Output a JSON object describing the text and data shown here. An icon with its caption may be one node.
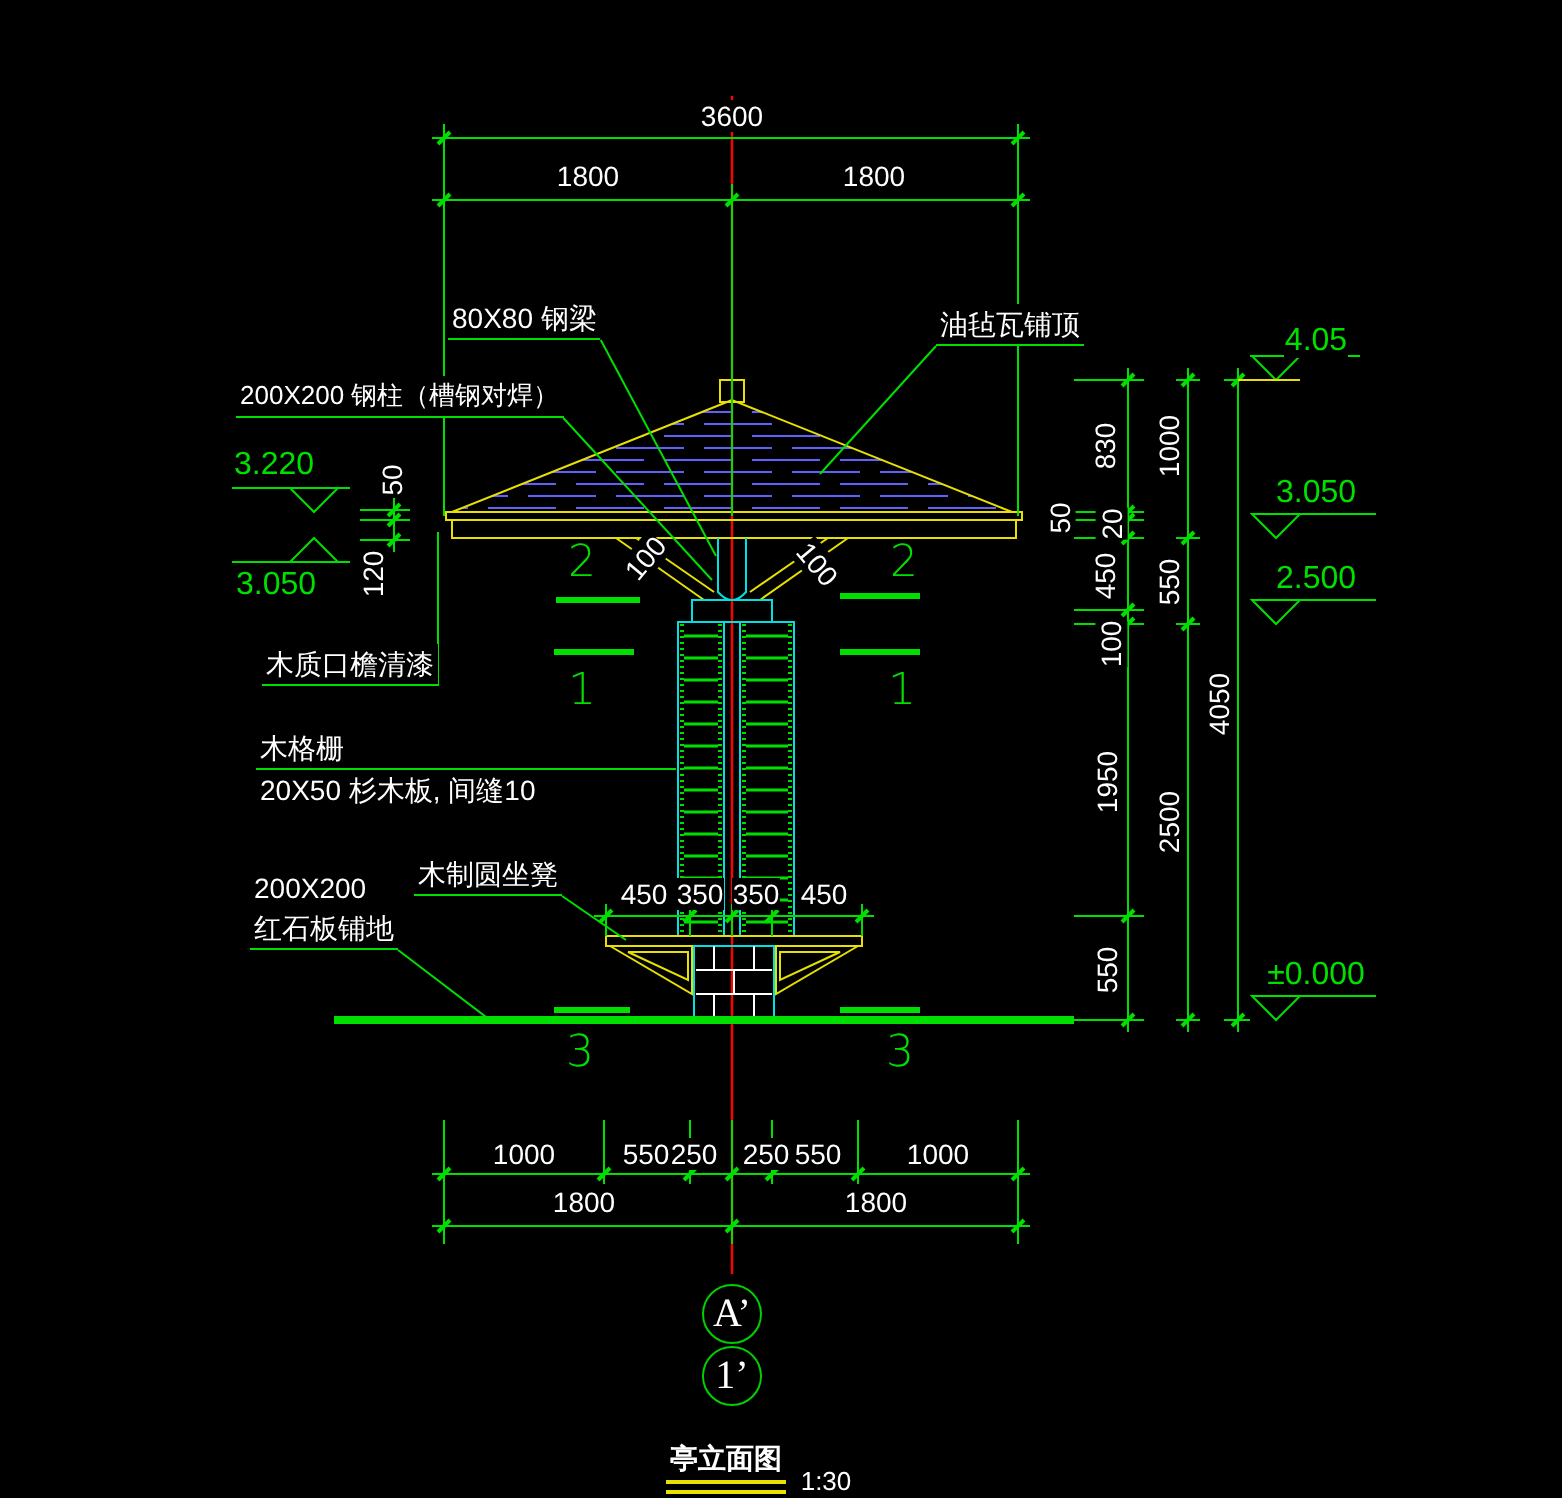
{
  "diagram": {
    "title": "亭立面图",
    "nodes": [
      {
        "text": [
          "80X80 钢梁"
        ]
      },
      {
        "text": [
          "200X200 钢柱（槽钢对焊）"
        ]
      },
      {
        "text": [
          "油毡瓦铺顶"
        ]
      },
      {
        "text": [
          "木质口檐清漆"
        ]
      },
      {
        "text": [
          "木格栅",
          "20X50 杉木板, 间缝10"
        ]
      },
      {
        "text": [
          "木制圆坐凳"
        ]
      },
      {
        "text": [
          "200X200",
          "红石板铺地"
        ]
      },
      {
        "text": [
          "A’"
        ]
      },
      {
        "text": [
          "1’"
        ]
      }
    ],
    "edges": [
      {
        "from": 0,
        "to": null,
        "arrow": "none"
      },
      {
        "from": 1,
        "to": null,
        "arrow": "none"
      },
      {
        "from": 2,
        "to": null,
        "arrow": "none"
      },
      {
        "from": 3,
        "to": null,
        "arrow": "none"
      },
      {
        "from": 4,
        "to": null,
        "arrow": "none"
      },
      {
        "from": 5,
        "to": null,
        "arrow": "none"
      },
      {
        "from": 6,
        "to": null,
        "arrow": "none"
      }
    ],
    "labels": [
      "3600",
      "1800",
      "1800",
      "3.220",
      "50",
      "120",
      "3.050",
      "2",
      "100",
      "100",
      "2",
      "1",
      "1",
      "450",
      "350",
      "350",
      "450",
      "3",
      "3",
      "1000",
      "550",
      "250",
      "250",
      "550",
      "1000",
      "1800",
      "1800",
      "4.05",
      "830",
      "1000",
      "50",
      "20",
      "3.050",
      "450",
      "550",
      "2.500",
      "100",
      "4050",
      "1950",
      "2500",
      "550",
      "±0.000",
      "1:30"
    ]
  }
}
